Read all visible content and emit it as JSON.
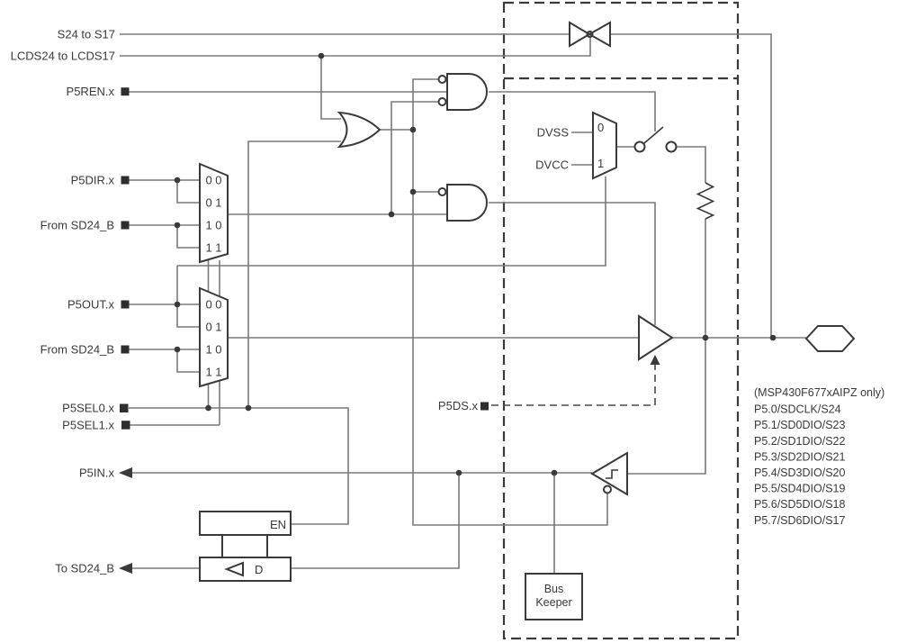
{
  "diagram": {
    "left_labels": {
      "s24": "S24 to S17",
      "lcds": "LCDS24 to LCDS17",
      "p5ren": "P5REN.x",
      "p5dir": "P5DIR.x",
      "from_sd24_1": "From SD24_B",
      "p5out": "P5OUT.x",
      "from_sd24_2": "From SD24_B",
      "p5sel0": "P5SEL0.x",
      "p5sel1": "P5SEL1.x",
      "p5in": "P5IN.x",
      "to_sd24": "To SD24_B"
    },
    "mux1": {
      "rows": [
        "0 0",
        "0 1",
        "1 0",
        "1 1"
      ]
    },
    "mux2": {
      "rows": [
        "0 0",
        "0 1",
        "1 0",
        "1 1"
      ]
    },
    "pull_mux": {
      "dvss": "DVSS",
      "dvcc": "DVCC",
      "in0": "0",
      "in1": "1"
    },
    "pad_control": {
      "p5ds": "P5DS.x"
    },
    "latch": {
      "en": "EN",
      "d": "D"
    },
    "bus_keeper": {
      "line1": "Bus",
      "line2": "Keeper"
    },
    "pad_note": {
      "title": "(MSP430F677xAIPZ only)",
      "pins": [
        "P5.0/SDCLK/S24",
        "P5.1/SD0DIO/S23",
        "P5.2/SD1DIO/S22",
        "P5.3/SD2DIO/S21",
        "P5.4/SD3DIO/S20",
        "P5.5/SD4DIO/S19",
        "P5.6/SD5DIO/S18",
        "P5.7/SD6DIO/S17"
      ]
    },
    "colors": {
      "wire": "#7a7a7a",
      "outline": "#3a3a3a",
      "text": "#3a3a3a",
      "background": "#ffffff"
    }
  }
}
